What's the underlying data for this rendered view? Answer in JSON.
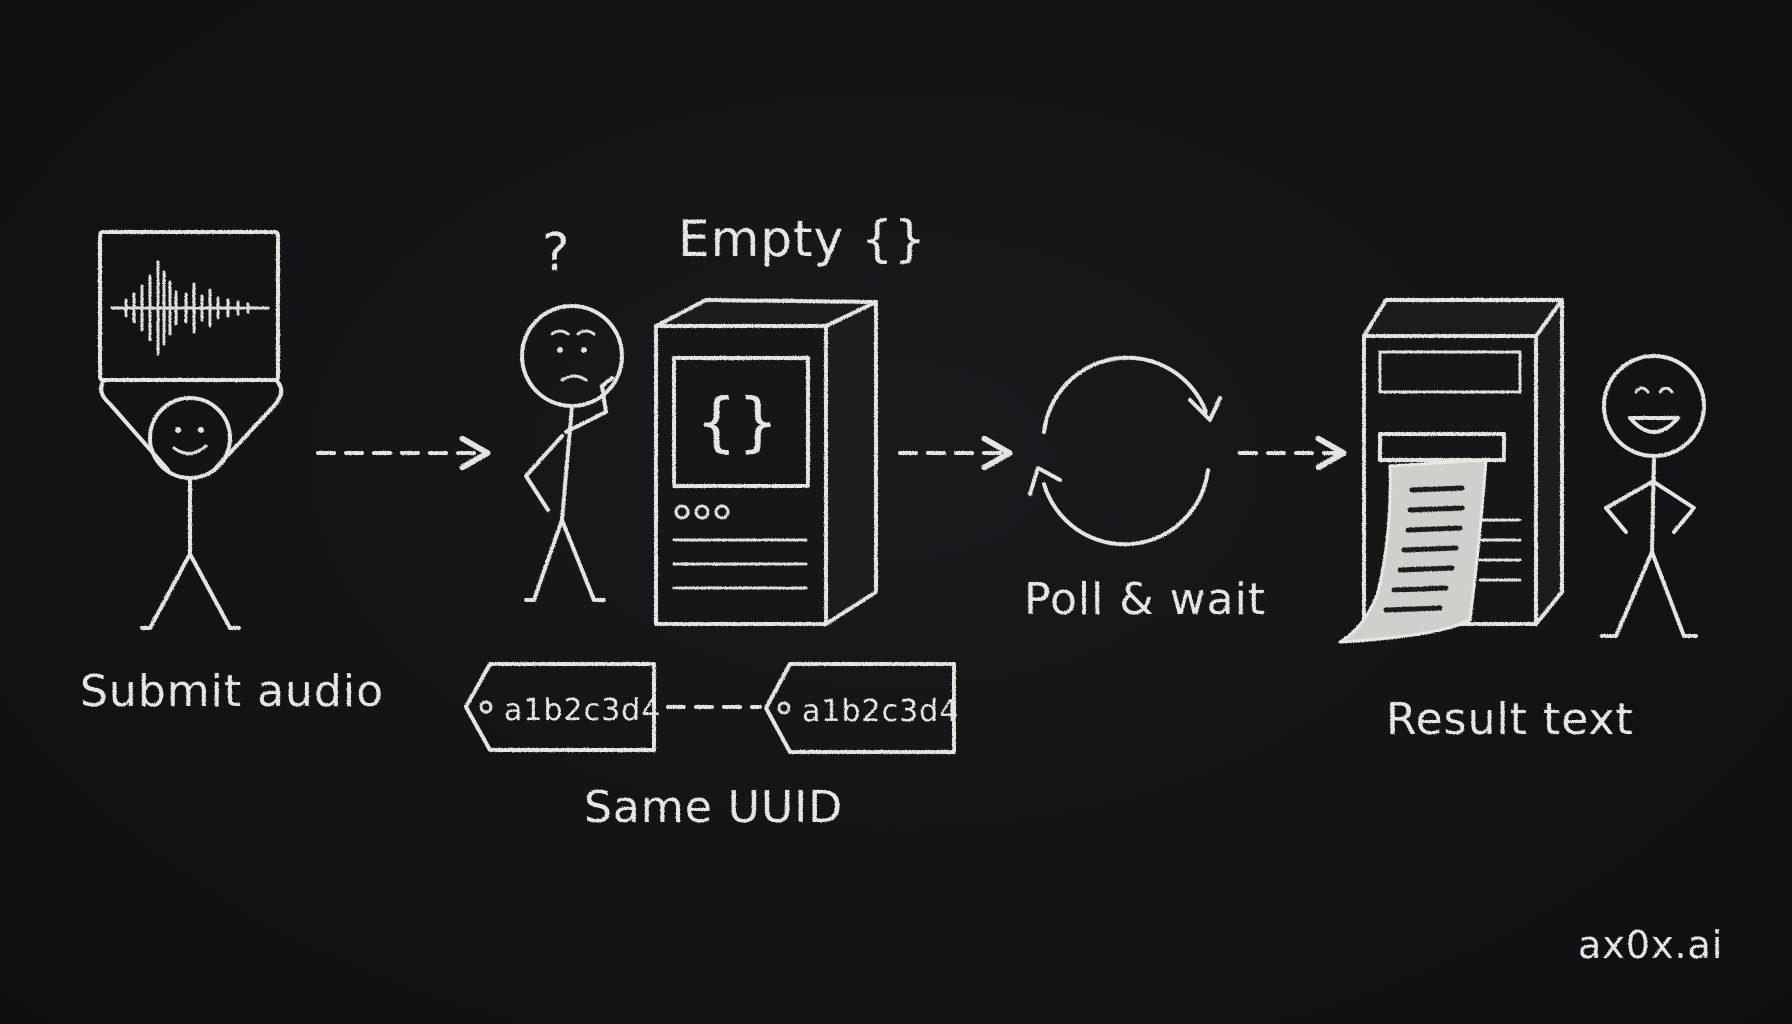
{
  "labels": {
    "submit_audio": "Submit audio",
    "empty": "Empty {}",
    "question_mark": "?",
    "screen_braces": "{}",
    "poll_wait": "Poll & wait",
    "same_uuid": "Same UUID",
    "result_text": "Result text",
    "brand": "ax0x.ai"
  },
  "tags": [
    {
      "id": "a1b2c3d4"
    },
    {
      "id": "a1b2c3d4"
    }
  ],
  "icons": {
    "audio_card": "waveform-icon",
    "server_empty": "server-icon",
    "server_result": "printer-server-icon",
    "cycle": "refresh-cycle-icon"
  },
  "colors": {
    "background": "#121214",
    "chalk": "#e4e4e0"
  }
}
